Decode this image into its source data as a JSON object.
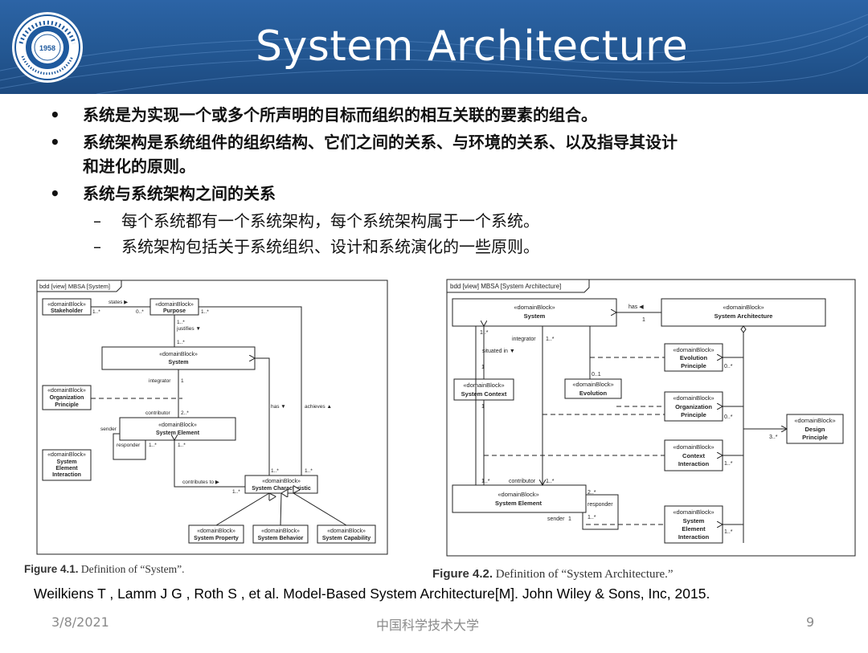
{
  "title": "System Architecture",
  "logo": {
    "text": "1958",
    "colors": {
      "ring": "#1f5a9e",
      "bg": "#ffffff"
    }
  },
  "bullets": [
    {
      "text": "系统是为实现一个或多个所声明的目标而组织的相互关联的要素的组合。"
    },
    {
      "text": "系统架构是系统组件的组织结构、它们之间的关系、与环境的关系、以及指导其设计和进化的原则。",
      "line1": "系统架构是系统组件的组织结构、它们之间的关系、与环境的关系、以及指导其设计",
      "line2": "和进化的原则。"
    },
    {
      "text": "系统与系统架构之间的关系"
    }
  ],
  "subbullets": [
    {
      "text": "每个系统都有一个系统架构，每个系统架构属于一个系统。"
    },
    {
      "text": "系统架构包括关于系统组织、设计和系统演化的一些原则。"
    }
  ],
  "bullet_symbol": "•",
  "dash_symbol": "–",
  "fig1": {
    "frame_label": "bdd [view] MBSA [System]",
    "stereotype": "«domainBlock»",
    "blocks": {
      "stakeholder": "Stakeholder",
      "purpose": "Purpose",
      "system": "System",
      "org_principle_1": "Organization",
      "org_principle_2": "Principle",
      "system_element": "System Element",
      "sei_1": "System",
      "sei_2": "Element",
      "sei_3": "Interaction",
      "system_characteristic": "System Characteristic",
      "system_property": "System Property",
      "system_behavior": "System Behavior",
      "system_capability": "System Capability"
    },
    "labels": {
      "states": "states ▶",
      "justifies": "justifies ▼",
      "integrator": "integrator",
      "contributor": "contributor",
      "sender": "sender",
      "responder": "responder",
      "has": "has ▼",
      "achieves": "achieves ▲",
      "contributes_to": "contributes to ▶",
      "mult_1": "1",
      "mult_1_star": "1..*",
      "mult_0_star": "0..*",
      "mult_2_star": "2..*"
    },
    "caption_bold": "Figure 4.1.",
    "caption_text": "Definition of “System”."
  },
  "fig2": {
    "frame_label": "bdd [view] MBSA [System Architecture]",
    "stereotype": "«domainBlock»",
    "blocks": {
      "system": "System",
      "system_architecture": "System Architecture",
      "evolution_principle_1": "Evolution",
      "evolution_principle_2": "Principle",
      "system_context": "System Context",
      "evolution": "Evolution",
      "org_principle_1": "Organization",
      "org_principle_2": "Principle",
      "design_principle_1": "Design",
      "design_principle_2": "Principle",
      "context_interaction_1": "Context",
      "context_interaction_2": "Interaction",
      "system_element": "System Element",
      "sei_1": "System",
      "sei_2": "Element",
      "sei_3": "Interaction"
    },
    "labels": {
      "has": "has ◀",
      "integrator": "integrator",
      "situated_in": "situated in ▼",
      "contributor": "contributor",
      "responder": "responder",
      "sender": "sender",
      "mult_1": "1",
      "mult_1_star": "1..*",
      "mult_0_star": "0..*",
      "mult_0_1": "0..1",
      "mult_2_star": "2..*",
      "mult_3_star": "3..*"
    },
    "caption_bold": "Figure 4.2.",
    "caption_text": "Definition of “System Architecture.”"
  },
  "reference": "Weilkiens T , Lamm J G , Roth S , et al. Model-Based System Architecture[M]. John Wiley & Sons, Inc, 2015.",
  "footer": {
    "date": "3/8/2021",
    "institution": "中国科学技术大学",
    "page": "9"
  }
}
